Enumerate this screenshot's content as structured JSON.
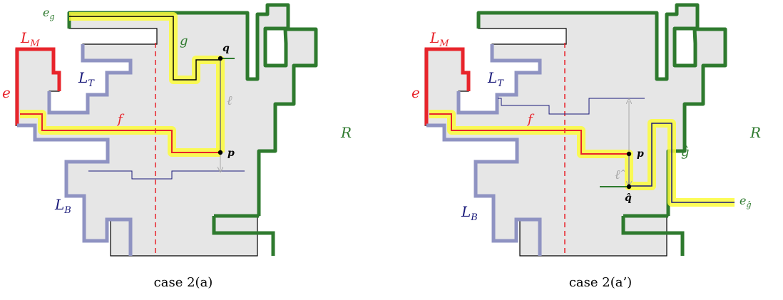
{
  "colors": {
    "polygon_fill": "#e6e6e6",
    "outline": "#000000",
    "green": "#2e7a2e",
    "red": "#e8242b",
    "blue_band": "#8f93c2",
    "navy": "#1a1a7a",
    "yellow": "#fbfb3a",
    "gray_arrow": "#a8a8a8"
  },
  "left_panel": {
    "caption": "case 2(a)",
    "labels": {
      "e_g": "e",
      "e_g_sub": "g",
      "L_M": "L",
      "L_M_sub": "M",
      "e": "e",
      "L_T": "L",
      "L_T_sub": "T",
      "g": "g",
      "q": "q",
      "ell": "ℓ",
      "f": "f",
      "p": "p",
      "R": "R",
      "L_B": "L",
      "L_B_sub": "B"
    }
  },
  "right_panel": {
    "caption": "case 2(a’)",
    "labels": {
      "L_M": "L",
      "L_M_sub": "M",
      "e": "e",
      "L_T": "L",
      "L_T_sub": "T",
      "f": "f",
      "p": "p",
      "ell_hat": "ℓ̂",
      "g_hat": "ĝ",
      "R": "R",
      "q_hat": "q̂",
      "e_g_hat": "e",
      "e_g_hat_sub": "ĝ",
      "L_B": "L",
      "L_B_sub": "B"
    }
  }
}
